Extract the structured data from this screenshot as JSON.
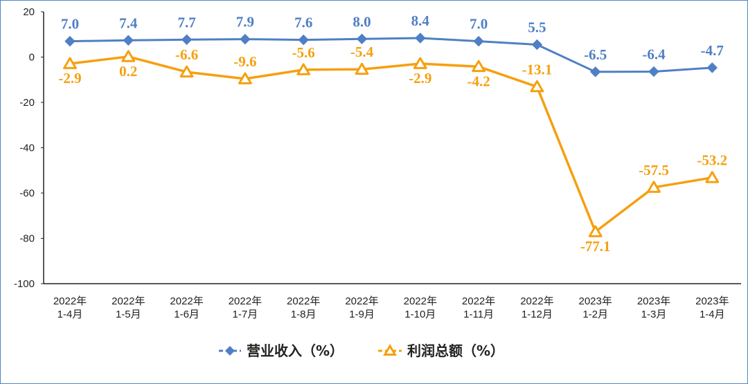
{
  "chart_data": {
    "type": "line",
    "categories": [
      [
        "2022年",
        "1-4月"
      ],
      [
        "2022年",
        "1-5月"
      ],
      [
        "2022年",
        "1-6月"
      ],
      [
        "2022年",
        "1-7月"
      ],
      [
        "2022年",
        "1-8月"
      ],
      [
        "2022年",
        "1-9月"
      ],
      [
        "2022年",
        "1-10月"
      ],
      [
        "2022年",
        "1-11月"
      ],
      [
        "2022年",
        "1-12月"
      ],
      [
        "2023年",
        "1-2月"
      ],
      [
        "2023年",
        "1-3月"
      ],
      [
        "2023年",
        "1-4月"
      ]
    ],
    "ylim": [
      -100,
      20
    ],
    "yticks": [
      20,
      0,
      -20,
      -40,
      -60,
      -80,
      -100
    ],
    "grid": false,
    "legend_position": "bottom",
    "series": [
      {
        "name": "营业收入（%）",
        "values": [
          7.0,
          7.4,
          7.7,
          7.9,
          7.6,
          8.0,
          8.4,
          7.0,
          5.5,
          -6.5,
          -6.4,
          -4.7
        ],
        "labels": [
          "7.0",
          "7.4",
          "7.7",
          "7.9",
          "7.6",
          "8.0",
          "8.4",
          "7.0",
          "5.5",
          "-6.5",
          "-6.4",
          "-4.7"
        ],
        "color": "#4f7fc4",
        "marker": "diamond"
      },
      {
        "name": "利润总额（%）",
        "values": [
          -2.9,
          0.2,
          -6.6,
          -9.6,
          -5.6,
          -5.4,
          -2.9,
          -4.2,
          -13.1,
          -77.1,
          -57.5,
          -53.2
        ],
        "labels": [
          "-2.9",
          "0.2",
          "-6.6",
          "-9.6",
          "-5.6",
          "-5.4",
          "-2.9",
          "-4.2",
          "-13.1",
          "-77.1",
          "-57.5",
          "-53.2"
        ],
        "color": "#f5a00f",
        "marker": "triangle"
      }
    ]
  }
}
